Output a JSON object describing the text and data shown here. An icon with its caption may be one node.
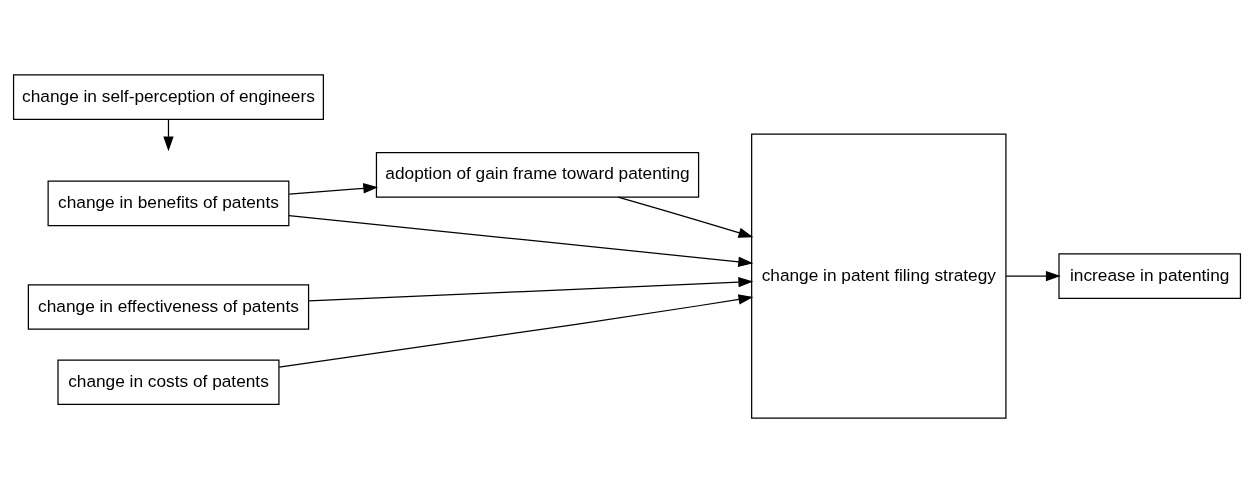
{
  "diagram": {
    "nodes": [
      {
        "text": [
          "change in benefits of patents"
        ]
      },
      {
        "text": [
          "adoption of gain frame toward patenting"
        ]
      },
      {
        "text": [
          "change in patent filing strategy"
        ]
      },
      {
        "text": [
          "change in self-perception of engineers"
        ]
      },
      {
        "text": [
          "change in effectiveness of patents"
        ]
      },
      {
        "text": [
          "change in costs of patents"
        ]
      },
      {
        "text": [
          "increase in patenting"
        ]
      }
    ],
    "edges": [
      {
        "from": 0,
        "to": 1,
        "arrow": "to"
      },
      {
        "from": 1,
        "to": 2,
        "arrow": "to"
      },
      {
        "from": 0,
        "to": 2,
        "arrow": "to"
      },
      {
        "from": 4,
        "to": 2,
        "arrow": "to"
      },
      {
        "from": 5,
        "to": 2,
        "arrow": "to"
      },
      {
        "from": 2,
        "to": 6,
        "arrow": "to"
      },
      {
        "from": 3,
        "to": null,
        "arrow": "to"
      }
    ]
  }
}
